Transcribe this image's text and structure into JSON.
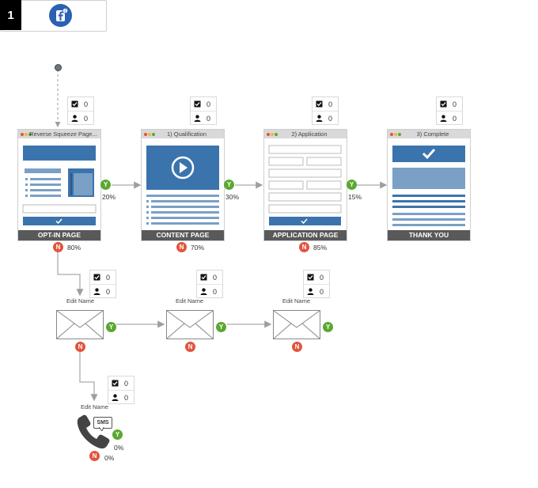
{
  "start": {
    "number": "1",
    "icon": "facebook-icon"
  },
  "colors": {
    "blue": "#3b74ad",
    "yes": "#5aa832",
    "no": "#e2543e",
    "footer": "#595959"
  },
  "pages": [
    {
      "title": "Reverse Squeeze Page...",
      "footer": "OPT-IN PAGE",
      "checks": "0",
      "people": "0",
      "yes_pct": "20%",
      "no_pct": "80%"
    },
    {
      "title": "1) Qualification",
      "footer": "CONTENT PAGE",
      "checks": "0",
      "people": "0",
      "yes_pct": "30%",
      "no_pct": "70%"
    },
    {
      "title": "2) Application",
      "footer": "APPLICATION PAGE",
      "checks": "0",
      "people": "0",
      "yes_pct": "15%",
      "no_pct": "85%"
    },
    {
      "title": "3) Complete",
      "footer": "THANK YOU",
      "checks": "0",
      "people": "0"
    }
  ],
  "emails": [
    {
      "name": "Edit Name",
      "checks": "0",
      "people": "0"
    },
    {
      "name": "Edit Name",
      "checks": "0",
      "people": "0"
    },
    {
      "name": "Edit Name",
      "checks": "0",
      "people": "0"
    }
  ],
  "sms": {
    "name": "Edit Name",
    "badge": "SMS",
    "checks": "0",
    "people": "0",
    "yes_pct": "0%",
    "no_pct": "0%"
  },
  "badges": {
    "yes": "Y",
    "no": "N"
  }
}
